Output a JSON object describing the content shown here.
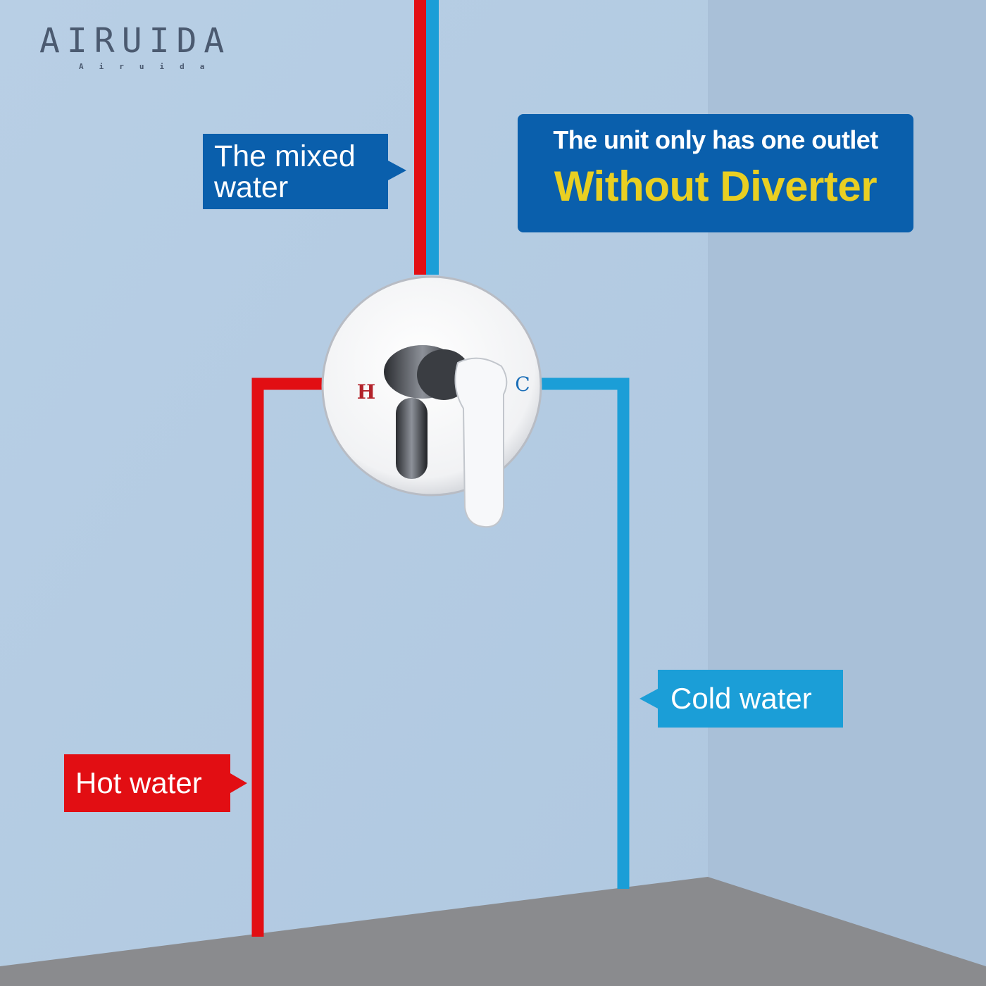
{
  "brand": {
    "logo_text": "AIRUIDA",
    "logo_subtext": "Airuida"
  },
  "labels": {
    "mixed_water": "The mixed water",
    "unit_line1": "The unit only has one outlet",
    "unit_line2": "Without Diverter",
    "cold_water": "Cold water",
    "hot_water": "Hot water"
  },
  "valve": {
    "hot_mark": "H",
    "cold_mark": "C"
  },
  "colors": {
    "hot": "#e20e13",
    "cold": "#1b9ed7",
    "label_blue": "#0a5fac",
    "accent_yellow": "#e9cf22",
    "floor": "#8a8b8e"
  }
}
